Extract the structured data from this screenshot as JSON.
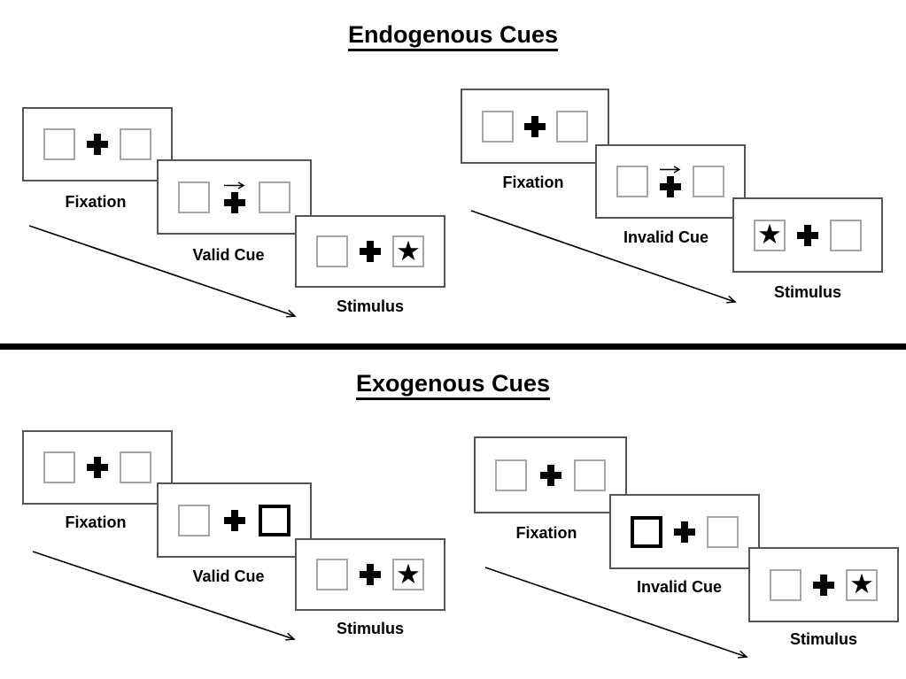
{
  "colors": {
    "background": "#ffffff",
    "line": "#000000",
    "panel_border": "#555555",
    "square_border": "#a6a6a6",
    "cue_box_border": "#000000"
  },
  "glyphs": {
    "star": "★"
  },
  "sections": [
    {
      "id": "endogenous",
      "title": "Endogenous Cues",
      "cue_style": "central arrow above fixation cross",
      "sequences": [
        {
          "id": "valid",
          "panels": [
            {
              "type": "fixation",
              "label": "Fixation"
            },
            {
              "type": "cue",
              "label": "Valid Cue",
              "cue": "arrow-right"
            },
            {
              "type": "stimulus",
              "label": "Stimulus",
              "star_side": "right"
            }
          ]
        },
        {
          "id": "invalid",
          "panels": [
            {
              "type": "fixation",
              "label": "Fixation"
            },
            {
              "type": "cue",
              "label": "Invalid Cue",
              "cue": "arrow-right"
            },
            {
              "type": "stimulus",
              "label": "Stimulus",
              "star_side": "left"
            }
          ]
        }
      ]
    },
    {
      "id": "exogenous",
      "title": "Exogenous Cues",
      "cue_style": "peripheral thick box",
      "sequences": [
        {
          "id": "valid",
          "panels": [
            {
              "type": "fixation",
              "label": "Fixation"
            },
            {
              "type": "cue",
              "label": "Valid Cue",
              "cue": "thick-box-right"
            },
            {
              "type": "stimulus",
              "label": "Stimulus",
              "star_side": "right"
            }
          ]
        },
        {
          "id": "invalid",
          "panels": [
            {
              "type": "fixation",
              "label": "Fixation"
            },
            {
              "type": "cue",
              "label": "Invalid Cue",
              "cue": "thick-box-left"
            },
            {
              "type": "stimulus",
              "label": "Stimulus",
              "star_side": "right"
            }
          ]
        }
      ]
    }
  ]
}
